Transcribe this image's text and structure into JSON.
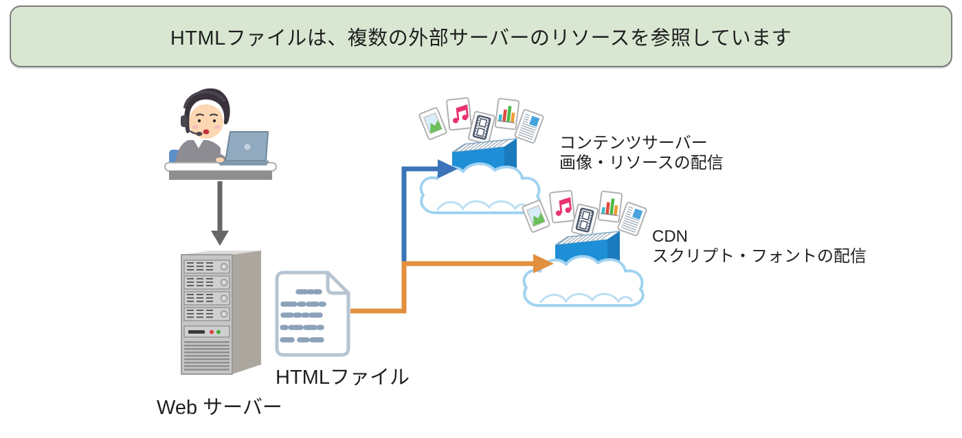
{
  "banner": {
    "text": "HTMLファイルは、複数の外部サーバーのリソースを参照しています"
  },
  "nodes": {
    "web_server": {
      "label": "Web サーバー"
    },
    "html_file": {
      "label": "HTMLファイル"
    },
    "content_server": {
      "title": "コンテンツサーバー",
      "subtitle": "画像・リソースの配信"
    },
    "cdn": {
      "title": "CDN",
      "subtitle": "スクリプト・フォントの配信"
    }
  },
  "icons": {
    "operator": "person-at-laptop-icon",
    "web_server": "server-tower-icon",
    "html_file": "html-document-icon",
    "content_server": "cloud-storage-box-icon",
    "cdn": "cloud-storage-box-icon",
    "media_cards": [
      "photo-card-icon",
      "music-card-icon",
      "film-card-icon",
      "bar-chart-card-icon",
      "text-document-card-icon"
    ],
    "arrows": [
      "down-arrow-icon",
      "blue-elbow-arrow-icon",
      "orange-elbow-arrow-icon"
    ]
  },
  "colors": {
    "banner_bg": "#d9e7d2",
    "banner_border": "#7c7c7c",
    "ink": "#1f1f1f",
    "arrow_gray": "#666666",
    "arrow_blue": "#3b74b8",
    "arrow_orange": "#e28f3e",
    "cloud_stroke": "#9fd2f0",
    "box_front": "#1e8ed6",
    "box_side": "#1a7abc",
    "doc_stroke": "#b6c4d2",
    "doc_dash": "#8ba2b8",
    "note_pink": "#e8336e",
    "photo_green": "#6cbf5a",
    "led_red": "#e03c46",
    "led_green": "#3fae3f"
  }
}
